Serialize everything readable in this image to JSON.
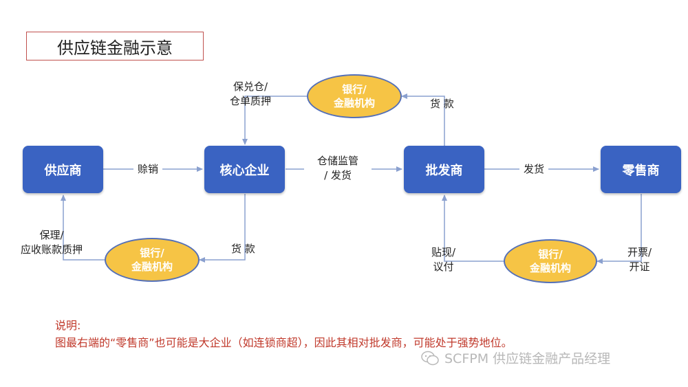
{
  "title": "供应链金融示意",
  "nodes": {
    "supplier": "供应商",
    "core": "核心企业",
    "wholesaler": "批发商",
    "retailer": "零售商"
  },
  "banks": {
    "top": {
      "line1": "银行/",
      "line2": "金融机构"
    },
    "left": {
      "line1": "银行/",
      "line2": "金融机构"
    },
    "right": {
      "line1": "银行/",
      "line2": "金融机构"
    }
  },
  "edges": {
    "consignment": "赊销",
    "warehouse_line1": "仓储监管",
    "warehouse_line2": "/ 发货",
    "ship": "发货",
    "pledge_line1": "保兑仓/",
    "pledge_line2": "仓单质押",
    "payment_top": "货 款",
    "payment_left": "货 款",
    "factoring_line1": "保理/",
    "factoring_line2": "应收账款质押",
    "discount_line1": "贴现/",
    "discount_line2": "议付",
    "invoice_line1": "开票/",
    "invoice_line2": "开证"
  },
  "note": {
    "heading": "说明:",
    "body": "图最右端的“零售商”也可能是大企业（如连锁商超），因此其相对批发商，可能处于强势地位。"
  },
  "watermark": "SCFPM 供应链金融产品经理",
  "colors": {
    "node_fill": "#3a63c2",
    "bank_fill": "#f6c445",
    "bank_border": "#5470b8",
    "arrow": "#8aa0cf",
    "note": "#c0392b",
    "title_border": "#c0504d"
  }
}
